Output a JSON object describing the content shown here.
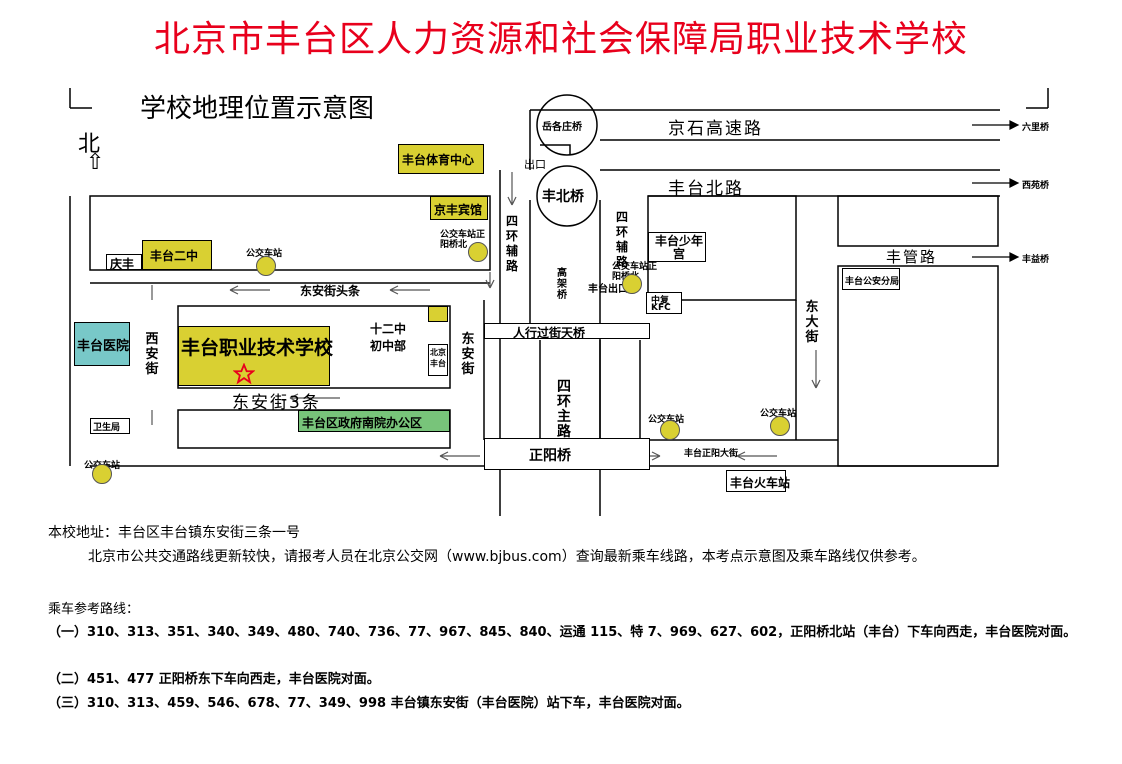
{
  "page_title": "北京市丰台区人力资源和社会保障局职业技术学校",
  "map": {
    "title": "学校地理位置示意图",
    "north": "北",
    "north_arrow": "⇧",
    "roads": {
      "jingshi": "京石高速路",
      "fengtai_north": "丰台北路",
      "fengguan": "丰管路",
      "dongan_tou": "东安街头条",
      "dongan_3": "东安街3条",
      "sihuan_fu_left": "四环辅路",
      "sihuan_fu_right": "四环辅路",
      "sihuan_main": "四环主路",
      "xi_an": "西安街",
      "dong_an": "东安街",
      "dong_da": "东大街",
      "pedestrian_bridge": "人行过街天桥"
    },
    "bridges": {
      "yuegezhuang": "岳各庄桥",
      "fengbei": "丰北桥",
      "zhengyang": "正阳桥"
    },
    "places": {
      "sports_center": "丰台体育中心",
      "jingfeng_hotel": "京丰宾馆",
      "fengtai_no2": "丰台二中",
      "qingfeng": "庆丰",
      "school": "丰台职业技术学校",
      "no12_middle": "十二中初中部",
      "govt_office": "丰台区政府南院办公区",
      "hospital": "丰台医院",
      "clinic": "卫生局",
      "youth_palace": "丰台少年宫",
      "zhongfu": "中复",
      "kfc": "KFC",
      "police": "丰台公安分局",
      "train_station": "丰台火车站",
      "beijing_fengtai_mark": "北京丰台"
    },
    "exits": {
      "exit_top": "出口",
      "exit_fengtai": "丰台出口",
      "gaojia_qiao": "高架桥"
    },
    "bus_stops": {
      "label": "公交车站",
      "zhengyang_north": "公交车站正阳桥北",
      "zhengyang_north_right": "公交车站正阳桥北",
      "fengtai_zhengyang_dajie": "丰台正阳大街"
    },
    "directions": {
      "liuli": "六里桥",
      "xiyuan": "西苑桥",
      "fengyi": "丰益桥"
    }
  },
  "info": {
    "address": "本校地址：丰台区丰台镇东安街三条一号",
    "notice": "北京市公共交通路线更新较快，请报考人员在北京公交网（www.bjbus.com）查询最新乘车线路，本考点示意图及乘车路线仅供参考。",
    "routes_title": "乘车参考路线：",
    "route1": "（一）310、313、351、340、349、480、740、736、77、967、845、840、运通 115、特 7、969、627、602，正阳桥北站（丰台）下车向西走，丰台医院对面。",
    "route2": "（二）451、477 正阳桥东下车向西走，丰台医院对面。",
    "route3": "（三）310、313、459、546、678、77、349、998 丰台镇东安街（丰台医院）站下车，丰台医院对面。"
  },
  "colors": {
    "title_red": "#e8001c",
    "yellow": "#d9d032",
    "green": "#78c47a",
    "teal": "#78c8c8",
    "star_red": "#e8001c"
  }
}
